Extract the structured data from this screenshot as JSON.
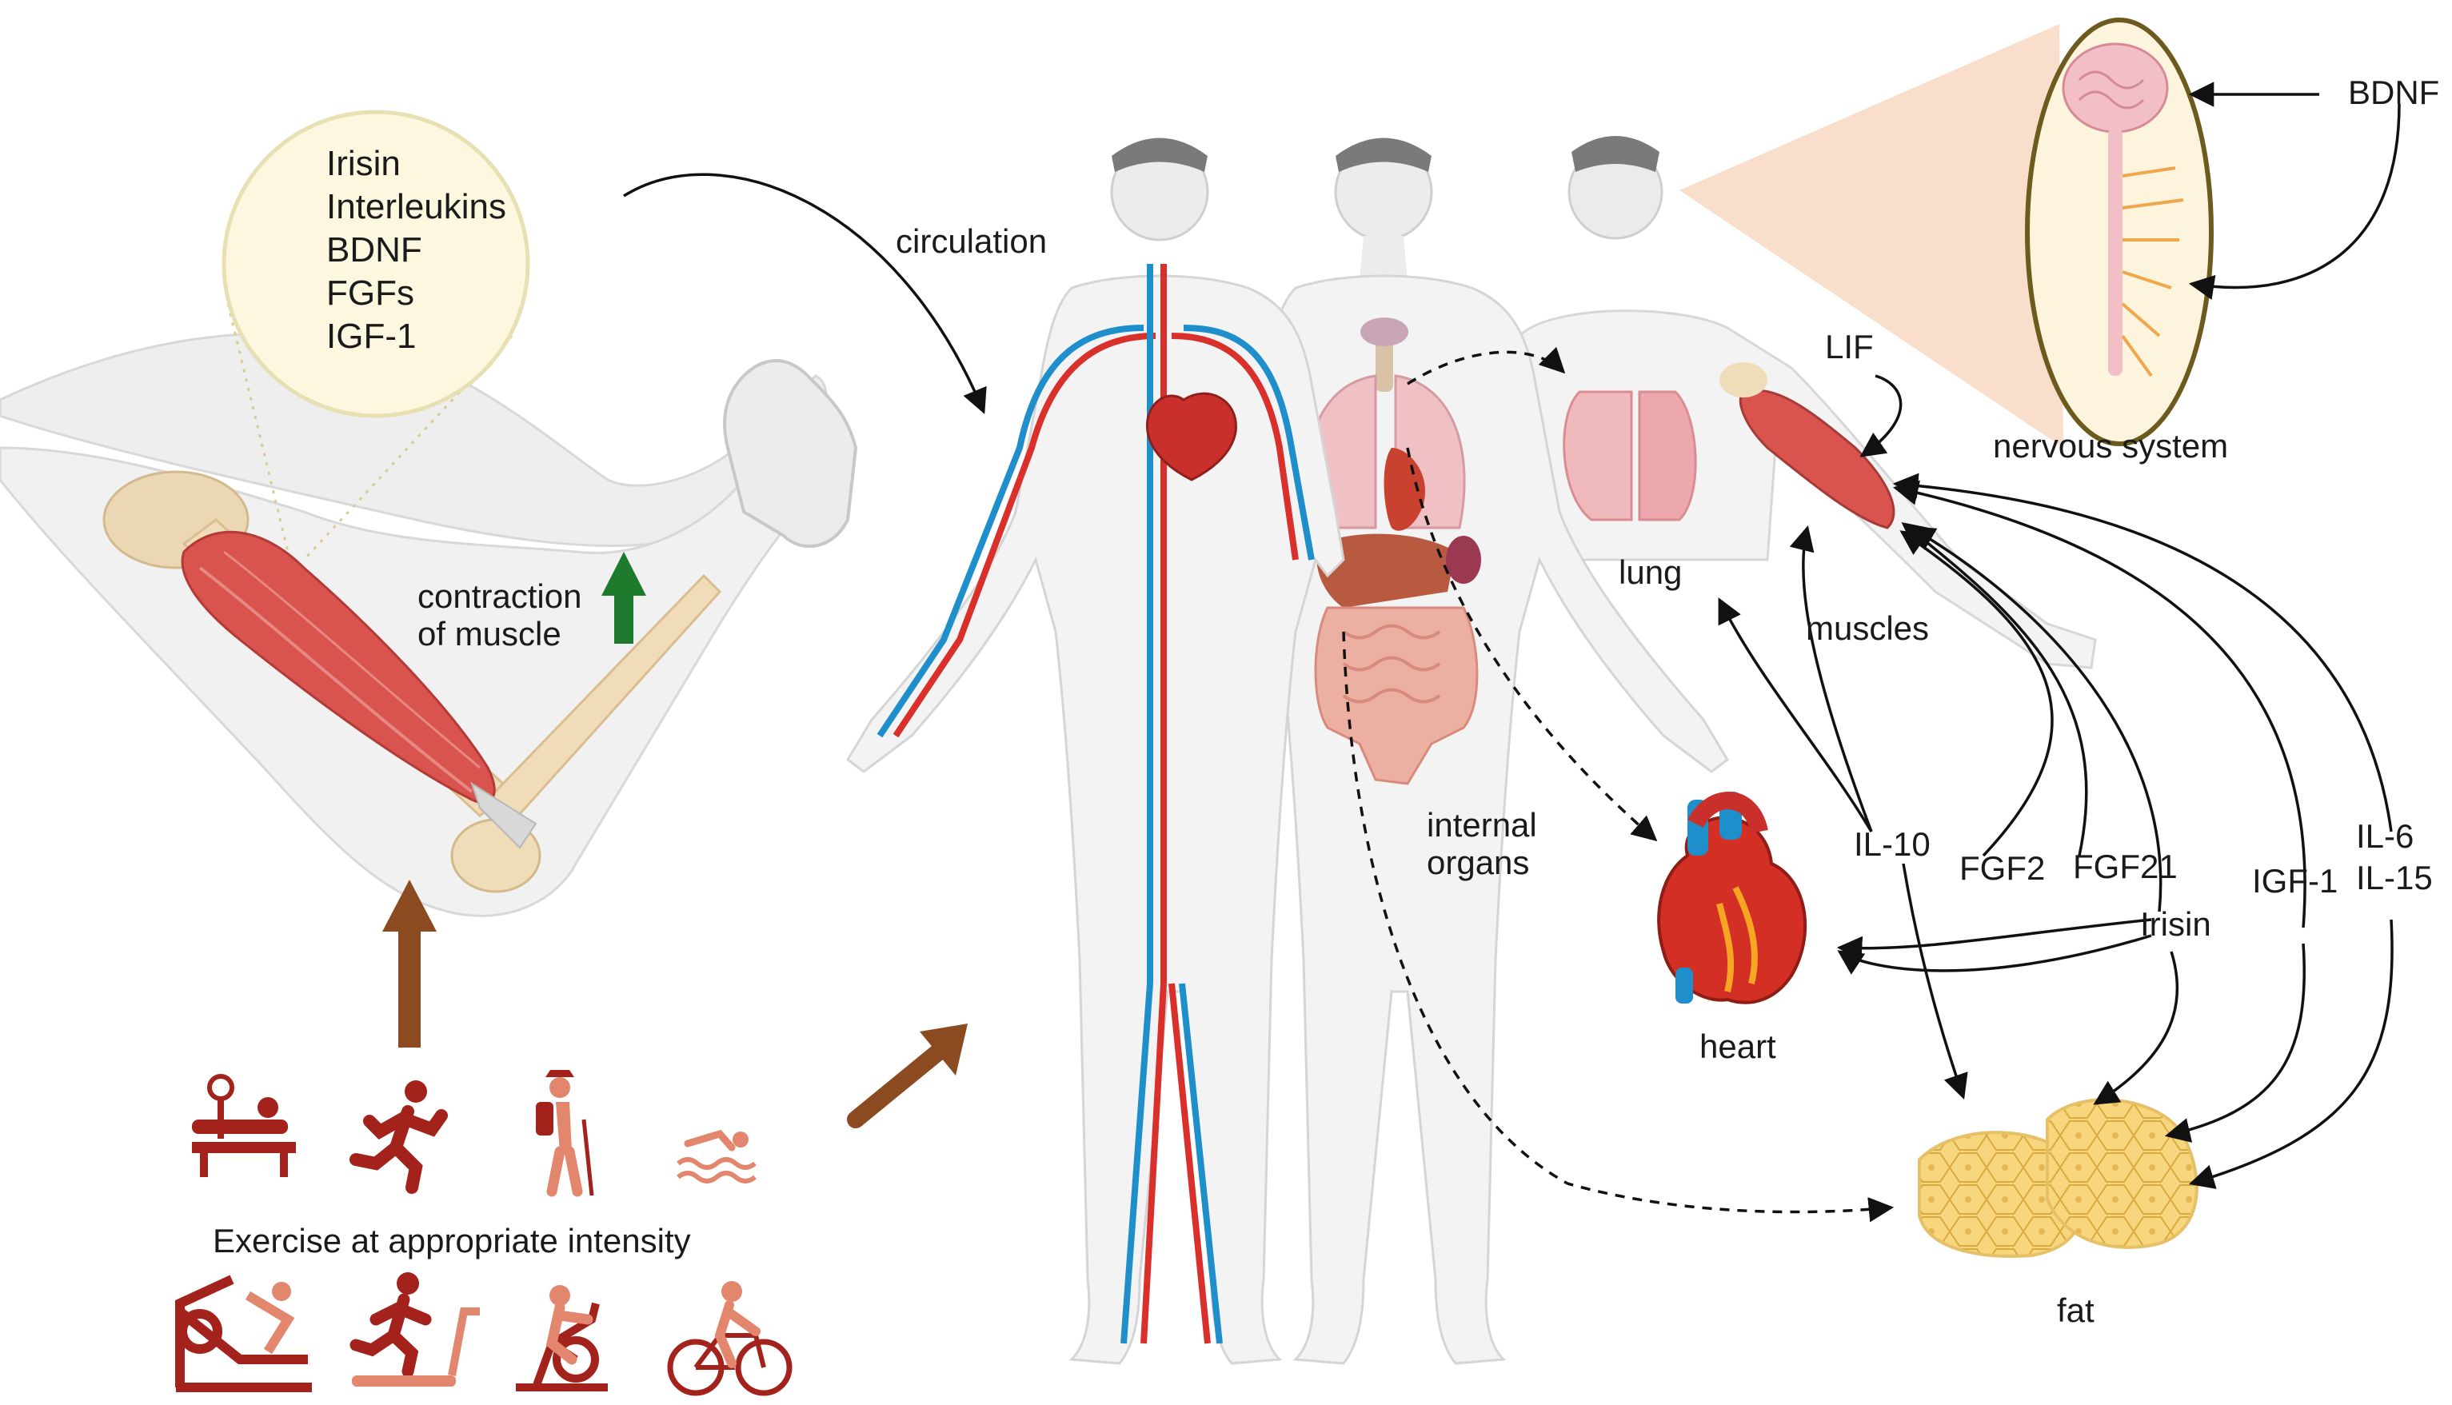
{
  "myokine_list": [
    "Irisin",
    "Interleukins",
    "BDNF",
    "FGFs",
    "IGF-1"
  ],
  "labels": {
    "contraction": [
      "contraction",
      "of muscle"
    ],
    "circulation": "circulation",
    "nervous_system": "nervous system",
    "lung": "lung",
    "muscles": "muscles",
    "internal_organs": [
      "internal",
      "organs"
    ],
    "heart": "heart",
    "fat": "fat",
    "exercise": "Exercise at appropriate intensity"
  },
  "signals": {
    "bdnf": "BDNF",
    "lif": "LIF",
    "il10": "IL-10",
    "fgf2": "FGF2",
    "fgf21": "FGF21",
    "irisin": "Irisin",
    "igf1": "IGF-1",
    "il6": "IL-6",
    "il15": "IL-15"
  },
  "exercise_icons": [
    "bench-press-icon",
    "running-icon",
    "hiking-icon",
    "swimming-icon",
    "leg-press-icon",
    "treadmill-icon",
    "stationary-bike-icon",
    "cycling-icon"
  ],
  "colors": {
    "muscle": "#d9534f",
    "artery": "#d9302c",
    "vein": "#1f8fcc",
    "up_arrow": "#1e7a2c",
    "brown_arrow": "#8b4a1f",
    "icon_red": "#a3221c",
    "icon_salmon": "#e2876d",
    "body_fill": "#f0f0f0",
    "fat": "#f6d47a"
  }
}
